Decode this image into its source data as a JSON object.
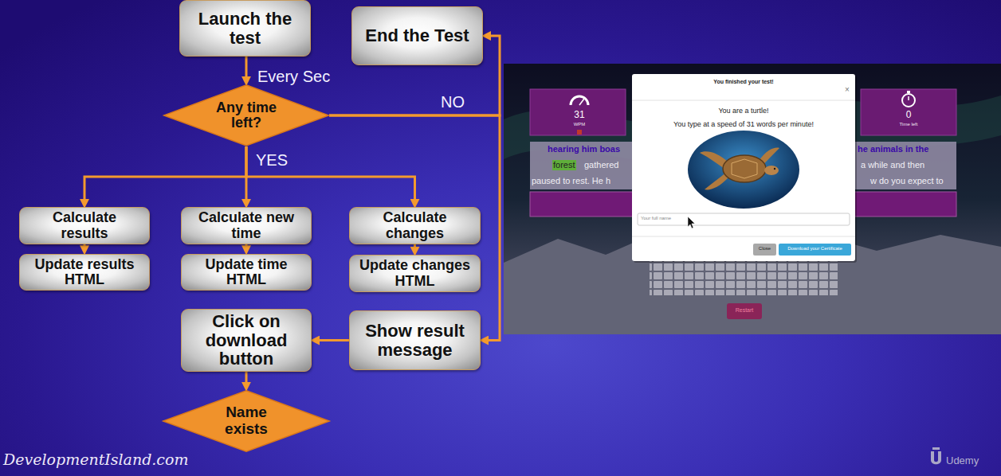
{
  "diagram": {
    "nodes": [
      {
        "text": [
          "Launch the test"
        ]
      },
      {
        "text": [
          "End the Test"
        ]
      },
      {
        "text": [
          "Any time left?"
        ]
      },
      {
        "text": [
          "Calculate results"
        ]
      },
      {
        "text": [
          "Update results HTML"
        ]
      },
      {
        "text": [
          "Calculate new time"
        ]
      },
      {
        "text": [
          "Update time HTML"
        ]
      },
      {
        "text": [
          "Calculate changes"
        ]
      },
      {
        "text": [
          "Update changes HTML"
        ]
      },
      {
        "text": [
          "Click on download button"
        ]
      },
      {
        "text": [
          "Show result message"
        ]
      },
      {
        "text": [
          "Name exists"
        ]
      }
    ],
    "edges": [
      {
        "from": 0,
        "to": 2,
        "arrow": "to",
        "label": "Every Sec"
      },
      {
        "from": 2,
        "to": 1,
        "arrow": "to",
        "label": "NO"
      },
      {
        "from": 2,
        "to": 10,
        "arrow": "to"
      },
      {
        "from": 2,
        "to": 3,
        "arrow": "to"
      },
      {
        "from": 2,
        "to": 5,
        "arrow": "to",
        "label": "YES"
      },
      {
        "from": 2,
        "to": 7,
        "arrow": "to"
      },
      {
        "from": 3,
        "to": 4,
        "arrow": "to"
      },
      {
        "from": 5,
        "to": 6,
        "arrow": "to"
      },
      {
        "from": 7,
        "to": 8,
        "arrow": "to"
      },
      {
        "from": 10,
        "to": 9,
        "arrow": "to"
      },
      {
        "from": 9,
        "to": 11,
        "arrow": "to"
      }
    ],
    "labels": [
      "31",
      "WPM",
      "0",
      "Time left",
      "hearing him boas",
      "forest",
      "gathered",
      "he animals in the",
      "a while and then",
      "paused to rest. He h",
      "w do you expect to",
      "You finished your test!",
      "×",
      "You are a turtle!",
      "You type at a speed of 31 words per minute!",
      "Your full name",
      "Close",
      "Download your Certificate",
      "Restart",
      "DevelopmentIsland.com",
      "Udemy"
    ]
  }
}
